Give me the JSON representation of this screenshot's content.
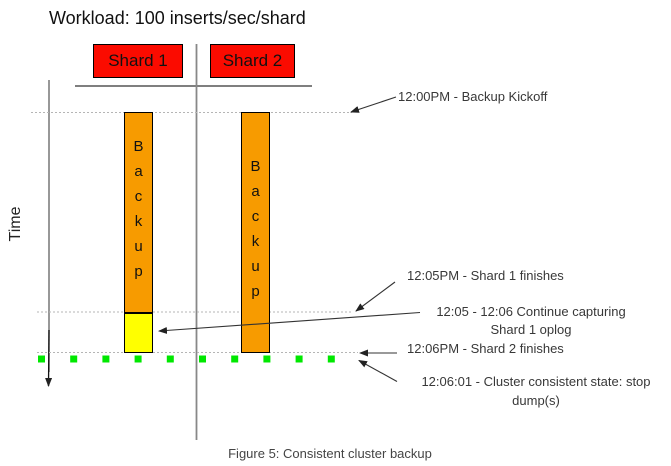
{
  "title": "Workload: 100 inserts/sec/shard",
  "time_axis_label": "Time",
  "shards": [
    {
      "name": "Shard 1",
      "bar_label": "Backup"
    },
    {
      "name": "Shard 2",
      "bar_label": "Backup"
    }
  ],
  "annotations": {
    "kickoff": "12:00PM - Backup Kickoff",
    "shard1_finish": "12:05PM - Shard 1 finishes",
    "oplog": "12:05 - 12:06 Continue capturing\nShard 1 oplog",
    "shard2_finish": "12:06PM - Shard 2 finishes",
    "consistent": "12:06:01 - Cluster consistent state: stop\ndump(s)"
  },
  "caption": "Figure 5: Consistent cluster backup",
  "colors": {
    "shard_header": "#fb0b00",
    "backup_bar": "#f79b00",
    "oplog_capture": "#ffff00",
    "consistent_marker": "#00e800"
  }
}
